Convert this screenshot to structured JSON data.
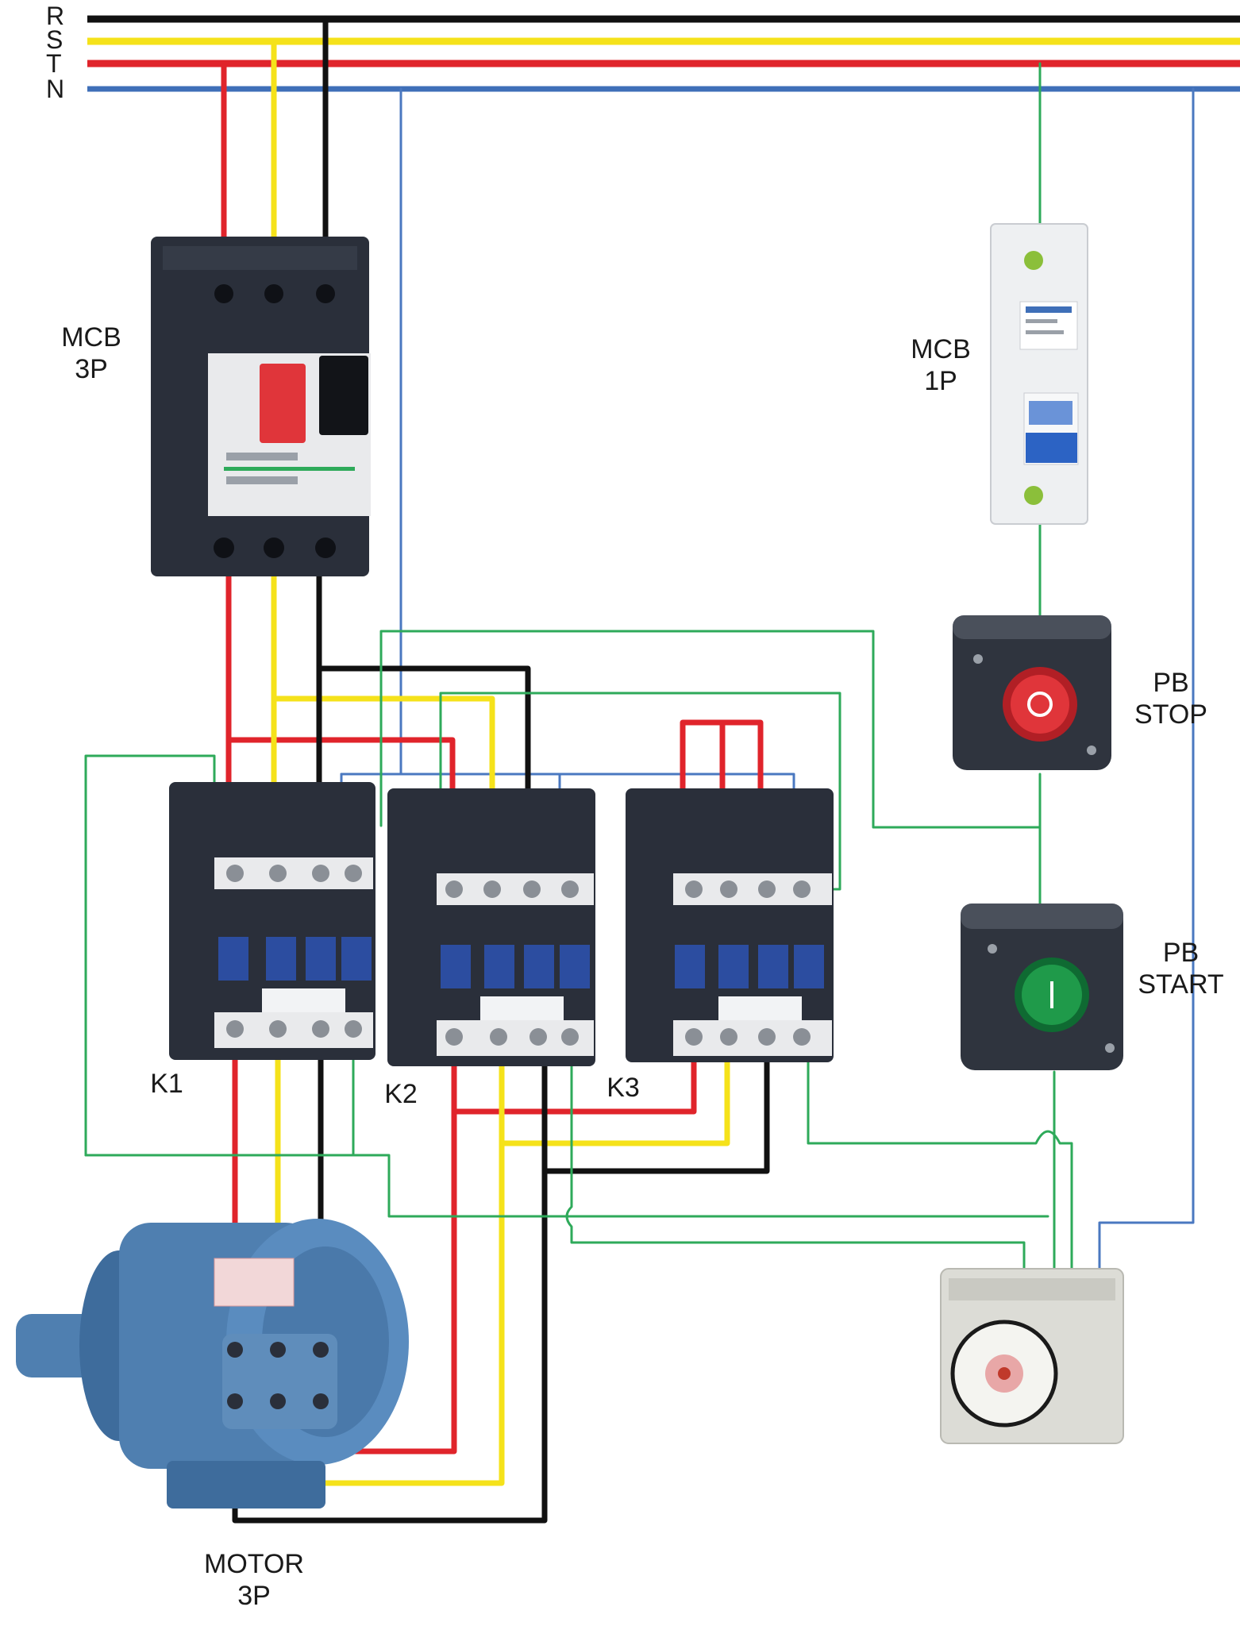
{
  "bus": {
    "lines": [
      {
        "label": "R",
        "color": "#111111"
      },
      {
        "label": "S",
        "color": "#f5e21a"
      },
      {
        "label": "T",
        "color": "#e0242b"
      },
      {
        "label": "N",
        "color": "#3f6fb8"
      }
    ]
  },
  "wire_colors": {
    "red": "#e0242b",
    "yellow": "#f5e21a",
    "black": "#111111",
    "blue": "#4a78c0",
    "green": "#2eaa5a"
  },
  "labels": {
    "mcb3p_line1": "MCB",
    "mcb3p_line2": "3P",
    "mcb1p_line1": "MCB",
    "mcb1p_line2": "1P",
    "pb_stop_line1": "PB",
    "pb_stop_line2": "STOP",
    "pb_start_line1": "PB",
    "pb_start_line2": "START",
    "k1": "K1",
    "k2": "K2",
    "k3": "K3",
    "motor_line1": "MOTOR",
    "motor_line2": "3P"
  },
  "colors": {
    "device_dark": "#2a2f3a",
    "device_face": "#e9eaec",
    "stop_button": "#e0353a",
    "start_button": "#1f9a4a",
    "motor_body": "#4f7fb0",
    "coil_blue": "#2c4da0"
  }
}
